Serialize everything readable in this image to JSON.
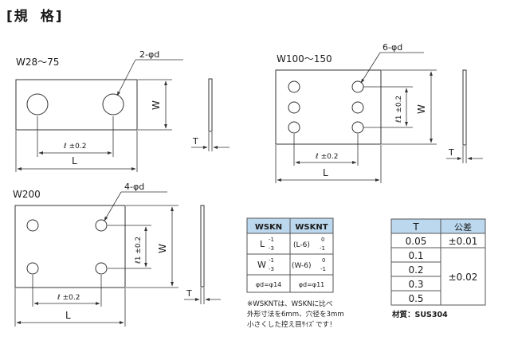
{
  "title": {
    "open": "[",
    "a": "規",
    "b": "格",
    "close": "]"
  },
  "views": {
    "w28": {
      "name": "W28～75",
      "holes": "2-φd",
      "l": "ℓ ±0.2",
      "L": "L",
      "W": "W",
      "T": "T"
    },
    "w100": {
      "name": "W100～150",
      "holes": "6-φd",
      "l": "ℓ ±0.2",
      "l1": "ℓ1 ±0.2",
      "L": "L",
      "W": "W",
      "T": "T"
    },
    "w200": {
      "name": "W200",
      "holes": "4-φd",
      "l": "ℓ ±0.2",
      "l1": "ℓ1 ±0.2",
      "L": "L",
      "W": "W",
      "T": "T"
    }
  },
  "size_table": {
    "headers": [
      "WSKN",
      "WSKNT"
    ],
    "row1": {
      "a": "L",
      "a_tol_up": "-1",
      "a_tol_dn": "-3",
      "b": "(L-6)",
      "b_tol_up": "0",
      "b_tol_dn": "-1"
    },
    "row2": {
      "a": "W",
      "a_tol_up": "-1",
      "a_tol_dn": "-3",
      "b": "(W-6)",
      "b_tol_up": "0",
      "b_tol_dn": "-1"
    },
    "row3": {
      "a": "φd=φ14",
      "b": "φd=φ11"
    }
  },
  "note": {
    "line1": "※WSKNTは、WSKNに比べ",
    "line2": "外形寸法を6mm、穴径を3mm",
    "line3": "小さくした控え目ｻｲｽﾞです！"
  },
  "tol_table": {
    "headers": [
      "T",
      "公差"
    ],
    "t_values": [
      "0.05",
      "0.1",
      "0.2",
      "0.3",
      "0.5"
    ],
    "tol_first": "±0.01",
    "tol_rest": "±0.02"
  },
  "material": "材質：SUS304"
}
